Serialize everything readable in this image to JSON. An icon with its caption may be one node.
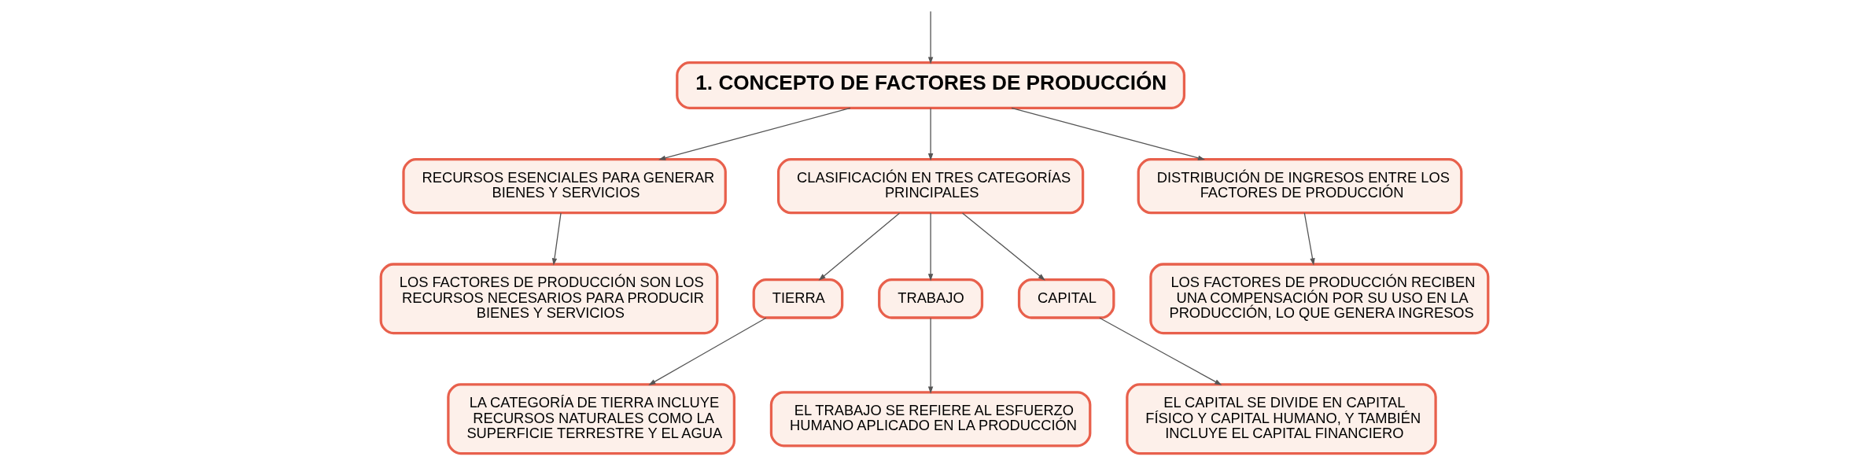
{
  "diagram": {
    "nodes": [
      {
        "text": [
          "1. CONCEPTO DE FACTORES DE PRODUCCIÓN"
        ]
      },
      {
        "text": [
          "RECURSOS ESENCIALES PARA GENERAR BIENES Y SERVICIOS"
        ]
      },
      {
        "text": [
          "LOS FACTORES DE PRODUCCIÓN SON LOS RECURSOS NECESARIOS PARA PRODUCIR BIENES Y SERVICIOS"
        ]
      },
      {
        "text": [
          "CLASIFICACIÓN EN TRES CATEGORÍAS PRINCIPALES"
        ]
      },
      {
        "text": [
          "TIERRA"
        ]
      },
      {
        "text": [
          "TRABAJO"
        ]
      },
      {
        "text": [
          "CAPITAL"
        ]
      },
      {
        "text": [
          "LA CATEGORÍA DE TIERRA INCLUYE RECURSOS NATURALES COMO LA SUPERFICIE TERRESTRE Y EL AGUA"
        ]
      },
      {
        "text": [
          "EL TRABAJO SE REFIERE AL ESFUERZO HUMANO APLICADO EN LA PRODUCCIÓN"
        ]
      },
      {
        "text": [
          "EL CAPITAL SE DIVIDE EN CAPITAL FÍSICO Y CAPITAL HUMANO, Y TAMBIÉN INCLUYE EL CAPITAL FINANCIERO"
        ]
      },
      {
        "text": [
          "DISTRIBUCIÓN DE INGRESOS ENTRE LOS FACTORES DE PRODUCCIÓN"
        ]
      },
      {
        "text": [
          "LOS FACTORES DE PRODUCCIÓN RECIBEN UNA COMPENSACIÓN POR SU USO EN LA PRODUCCIÓN, LO QUE GENERA INGRESOS"
        ]
      }
    ],
    "edges": [
      {
        "from": null,
        "to": 0,
        "arrow": "to"
      },
      {
        "from": 0,
        "to": 1,
        "arrow": "to"
      },
      {
        "from": 1,
        "to": 2,
        "arrow": "to"
      },
      {
        "from": 0,
        "to": 3,
        "arrow": "to"
      },
      {
        "from": 3,
        "to": 4,
        "arrow": "to"
      },
      {
        "from": 3,
        "to": 5,
        "arrow": "to"
      },
      {
        "from": 3,
        "to": 6,
        "arrow": "to"
      },
      {
        "from": 4,
        "to": 7,
        "arrow": "to"
      },
      {
        "from": 5,
        "to": 8,
        "arrow": "to"
      },
      {
        "from": 6,
        "to": 9,
        "arrow": "to"
      },
      {
        "from": 0,
        "to": 10,
        "arrow": "to"
      },
      {
        "from": 10,
        "to": 11,
        "arrow": "to"
      }
    ]
  }
}
